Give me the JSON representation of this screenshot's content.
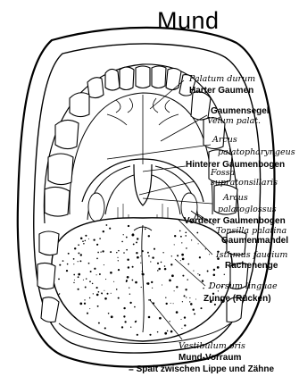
{
  "title": "Mund",
  "labels": {
    "palatum_durum": "Palatum durum",
    "harter_gaumen": "Harter Gaumen",
    "gaumensegel": "Gaumensegel",
    "velum_palat": "Velum palat.",
    "arcus_1": "Arcus",
    "palatopharyngeus": "palatopharyngeus",
    "hinterer_gaumenbogen": "Hinterer Gaumenbogen",
    "fossa": "Fossa",
    "supratonsillaris": "supratonsillaris",
    "arcus_2": "Arcus",
    "palatoglossus": "palatoglossus",
    "vorderer_gaumenbogen": "Vorderer Gaumenbogen",
    "tonsilla_palatina": "Tonsilla palatina",
    "gaumenmandel": "Gaumenmandel",
    "isthmus_faucium": "Isthmus faucium",
    "rachenenge": "Rachenenge",
    "dorsum_linguae": "Dorsum linguae",
    "zunge_ruecken": "Zunge (Rücken)",
    "vestibulum_oris": "Vestibulum oris",
    "mund_vorraum": "Mund-Vorraum",
    "spalt": "= Spalt zwischen Lippe und Zähne"
  }
}
